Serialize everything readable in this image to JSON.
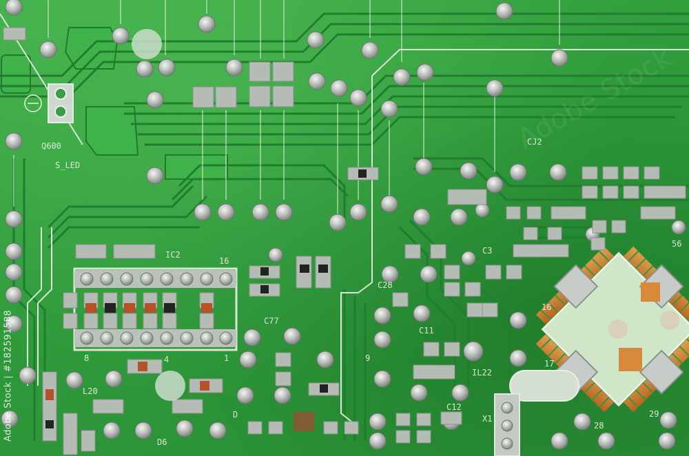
{
  "image": {
    "subject": "green printed circuit board close-up",
    "colors": {
      "board": "#2f9a3e",
      "trace": "#1f7a2c",
      "pad": "#c8ccc8",
      "chip_pin": "#c8742e",
      "silkscreen": "#d9e8d6"
    }
  },
  "silkscreen_labels": {
    "cj2": "CJ2",
    "ic2": "IC2",
    "c77": "C77",
    "c28": "C28",
    "c11": "C11",
    "c12": "C12",
    "il22": "IL22",
    "l20": "L20",
    "d6": "D6",
    "d0": "D",
    "n16": "16",
    "n8": "8",
    "n4": "4",
    "n1": "1",
    "n9": "9",
    "n16b": "16",
    "n17": "17",
    "n28": "28",
    "n29": "29",
    "n56": "56",
    "n3": "C3",
    "sled": "S_LED",
    "q600": "Q600",
    "x1": "X1"
  },
  "watermark": {
    "side_text": "Adobe Stock | #182591588",
    "center_text": "Adobe Stock"
  }
}
